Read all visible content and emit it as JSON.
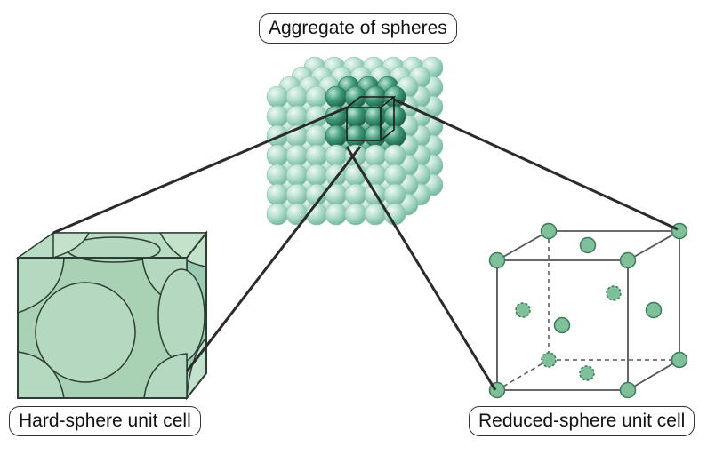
{
  "labels": {
    "aggregate": "Aggregate of spheres",
    "hard_sphere": "Hard-sphere unit cell",
    "reduced_sphere": "Reduced-sphere unit cell"
  },
  "colors": {
    "sphere_fill": "#a7d6c4",
    "sphere_light": "#cfeadf",
    "sphere_dark": "#3f8f73",
    "cell_face": "#a9d2b5",
    "cell_edge": "#2e3e35",
    "atom_fill": "#7fc09a",
    "atom_edge": "#3d7a58",
    "connector": "#2b2b2b"
  }
}
